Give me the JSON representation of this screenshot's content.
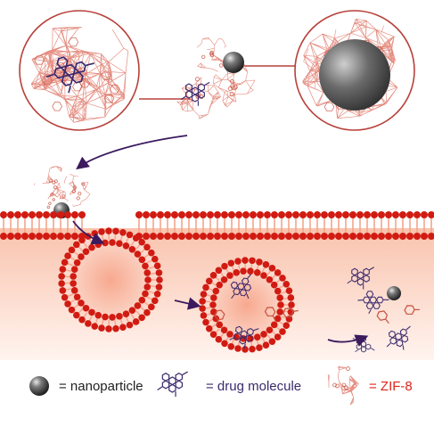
{
  "colors": {
    "mof_line": "#e07a6c",
    "mof_line_dark": "#c9503f",
    "drug": "#3b2a6e",
    "lipid_head": "#d11b12",
    "lipid_tail": "#f3a58a",
    "cytoplasm": "#fbd3c2",
    "zoom_circle": "#b8403a",
    "arrow": "#3b1a5e",
    "nanoparticle": "#2a2a2a",
    "zif_label": "#e0241b",
    "text_dark": "#222222"
  },
  "legend": {
    "nanoparticle": {
      "icon": "black-sphere-icon",
      "label": "= nanoparticle"
    },
    "drug": {
      "icon": "drug-molecule-icon",
      "label": "= drug molecule"
    },
    "zif": {
      "icon": "zif8-cage-icon",
      "label": "= ZIF-8"
    }
  }
}
